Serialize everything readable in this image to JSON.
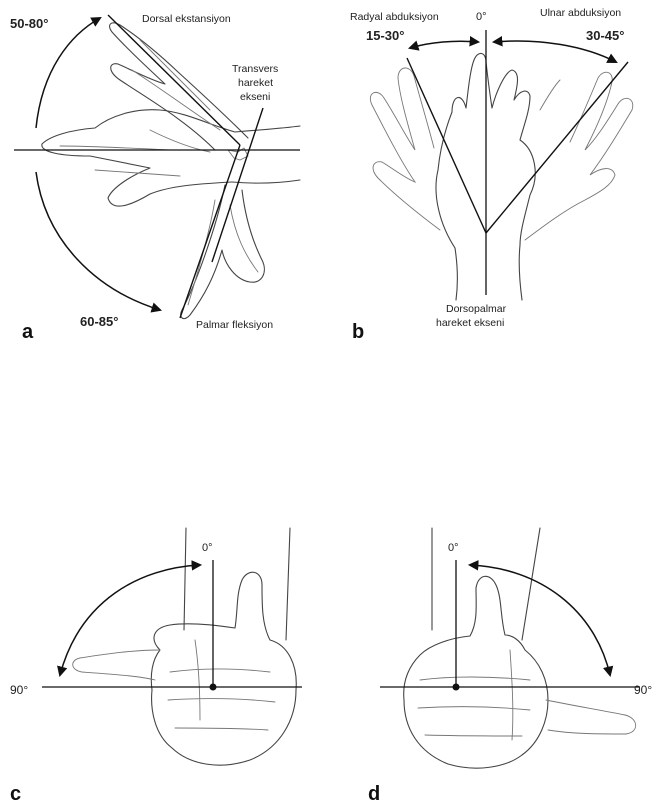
{
  "panels": {
    "a": {
      "letter": "a",
      "top_angle": "50-80°",
      "top_motion": "Dorsal ekstansiyon",
      "axis_label_lines": [
        "Transvers",
        "hareket",
        "ekseni"
      ],
      "bottom_angle": "60-85°",
      "bottom_motion": "Palmar fleksiyon"
    },
    "b": {
      "letter": "b",
      "left_motion": "Radyal abduksiyon",
      "left_angle": "15-30°",
      "zero": "0°",
      "right_motion": "Ulnar abduksiyon",
      "right_angle": "30-45°",
      "axis_label_lines": [
        "Dorsopalmar",
        "hareket ekseni"
      ]
    },
    "c": {
      "letter": "c",
      "zero": "0°",
      "ninety": "90°"
    },
    "d": {
      "letter": "d",
      "zero": "0°",
      "ninety": "90°"
    }
  }
}
